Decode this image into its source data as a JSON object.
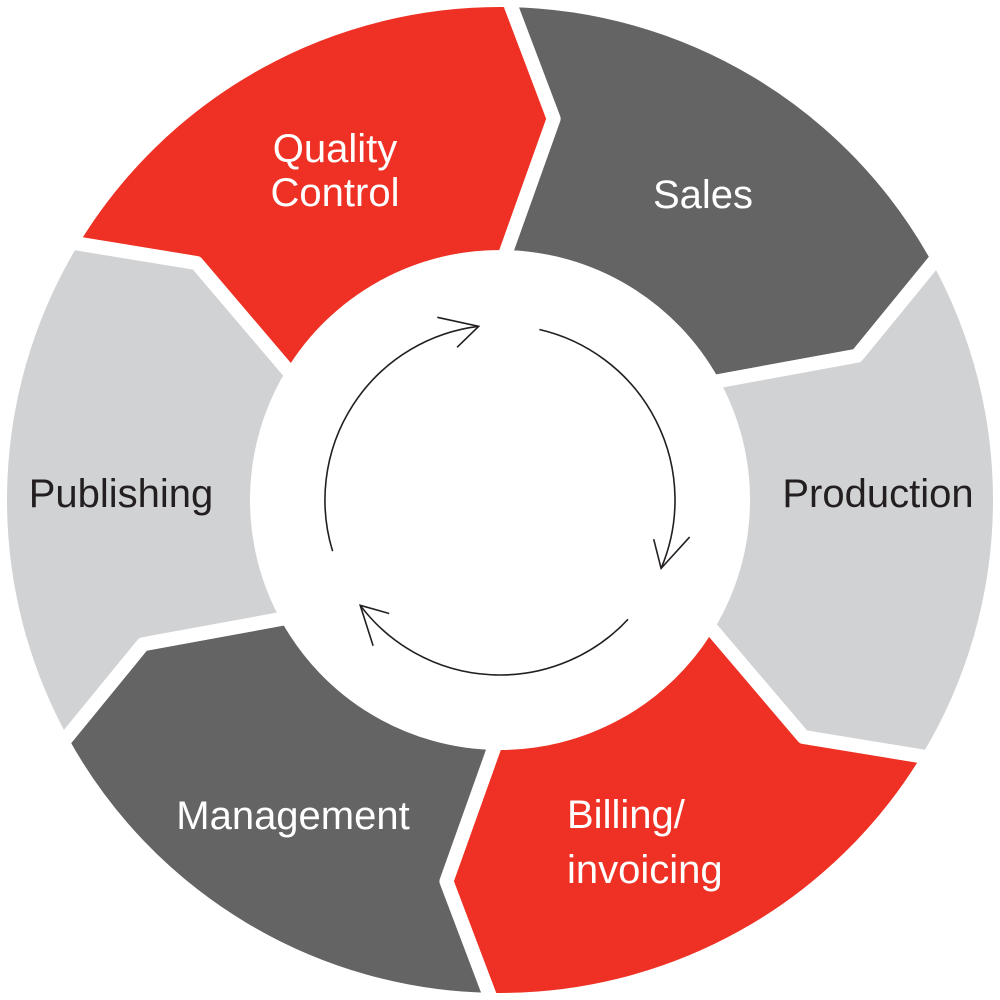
{
  "diagram": {
    "title": "",
    "colors": {
      "red": "#ee3124",
      "dark": "#646464",
      "light": "#d1d2d4",
      "arrow": "#231f20"
    },
    "segments": [
      {
        "label_lines": [
          "Sales"
        ],
        "color": "#646464",
        "text_color": "#ffffff"
      },
      {
        "label_lines": [
          "Production"
        ],
        "color": "#d1d2d4",
        "text_color": "#231f20"
      },
      {
        "label_lines": [
          "Billing/",
          "invoicing"
        ],
        "color": "#ee3124",
        "text_color": "#ffffff"
      },
      {
        "label_lines": [
          "Management"
        ],
        "color": "#646464",
        "text_color": "#ffffff"
      },
      {
        "label_lines": [
          "Publishing"
        ],
        "color": "#d1d2d4",
        "text_color": "#231f20"
      },
      {
        "label_lines": [
          "Quality",
          "Control"
        ],
        "color": "#ee3124",
        "text_color": "#ffffff"
      }
    ],
    "center_icon": "cycle-arrows-icon"
  }
}
